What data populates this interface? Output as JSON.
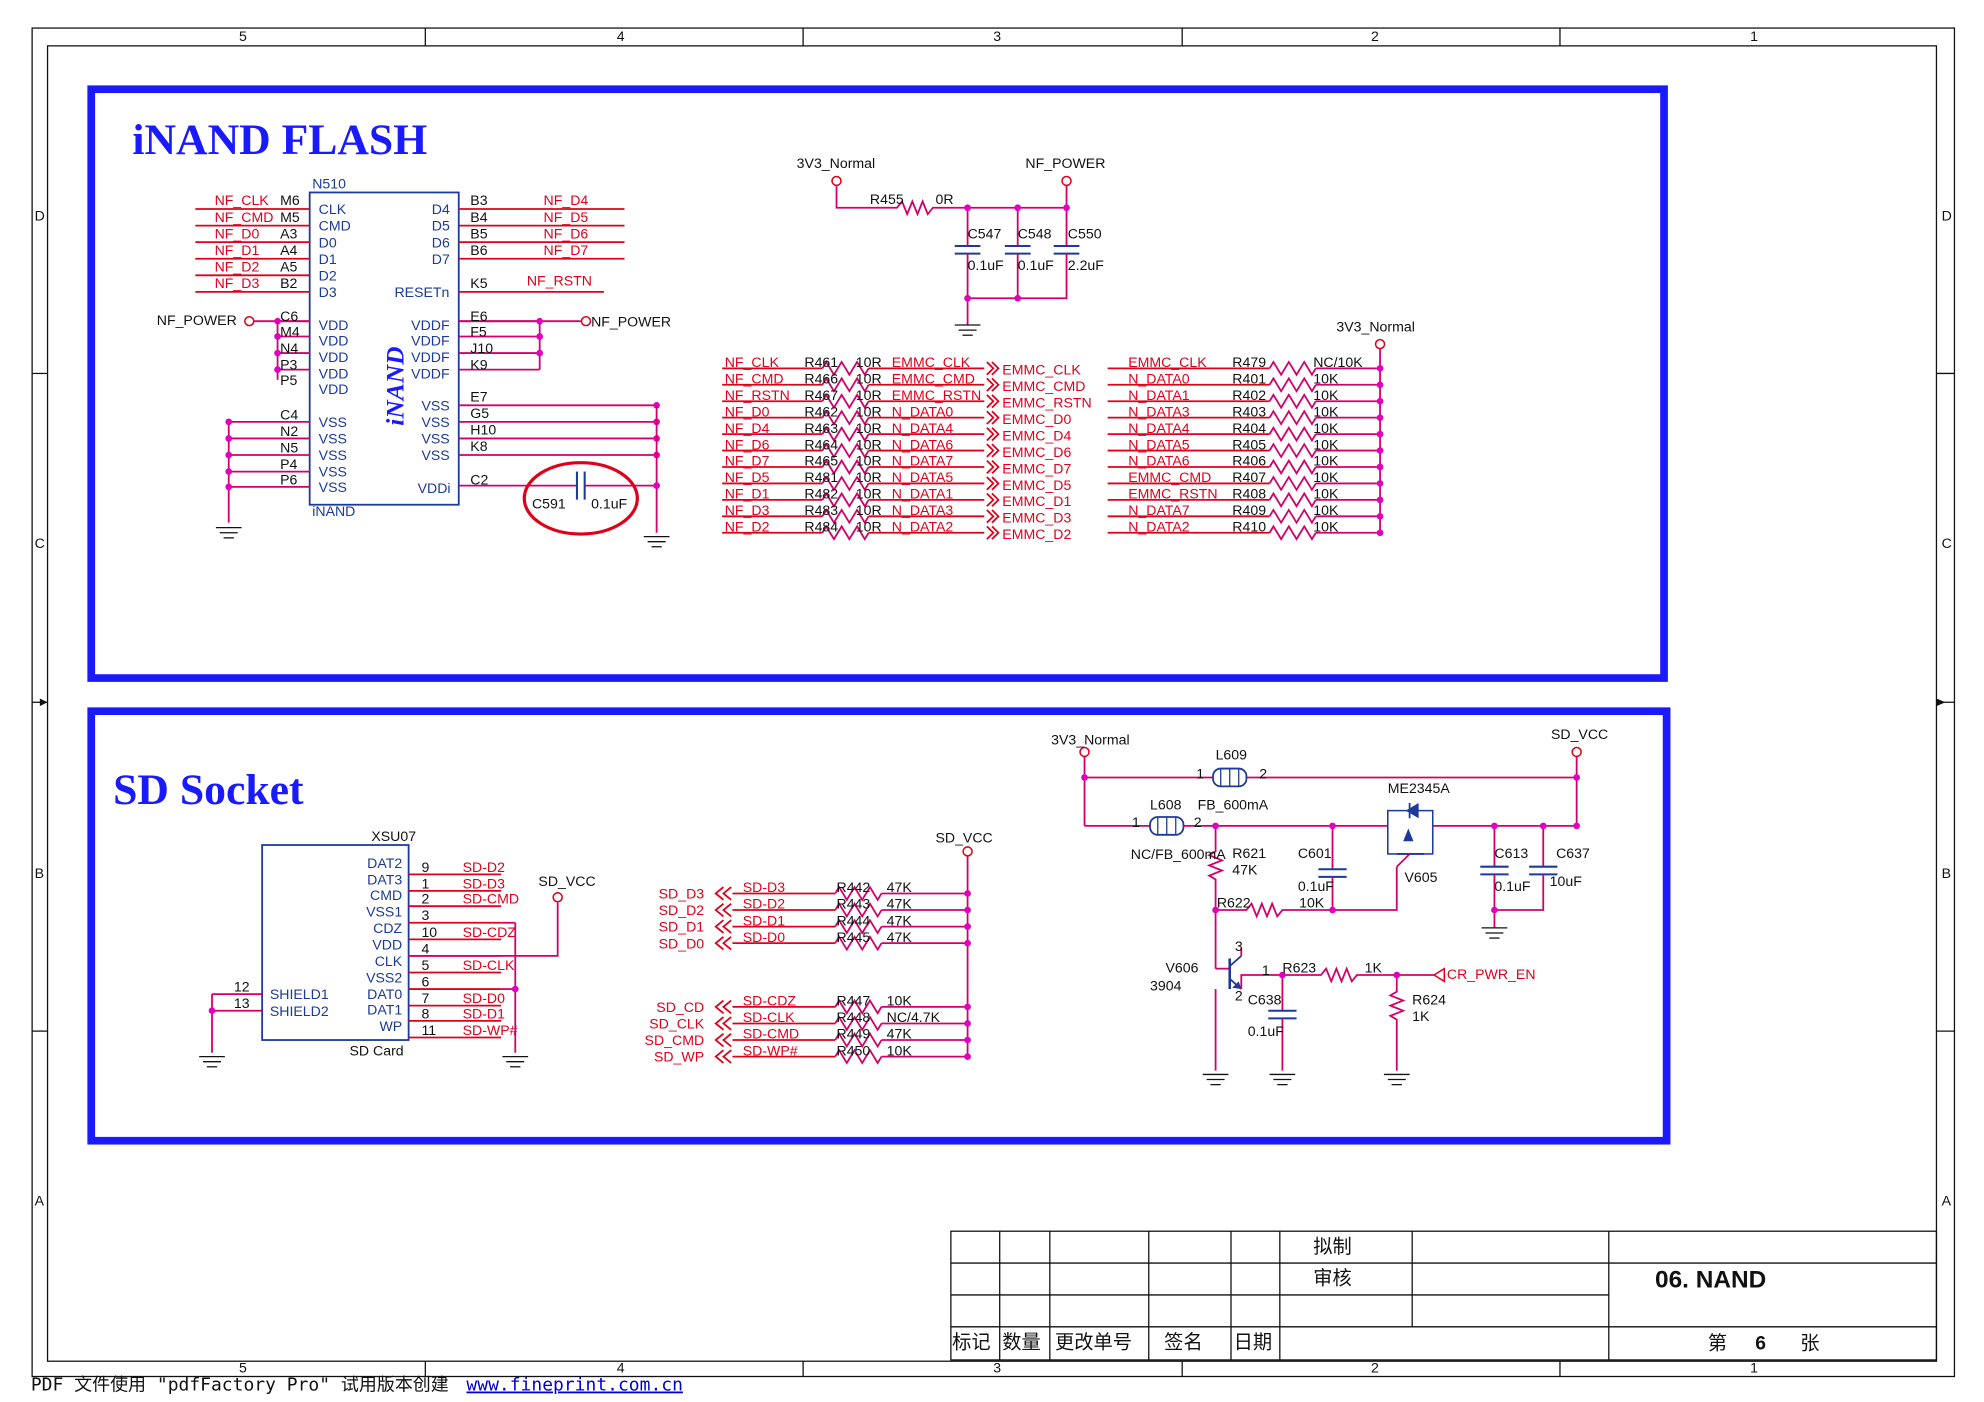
{
  "border": {
    "col_labels": [
      "5",
      "4",
      "3",
      "2",
      "1"
    ],
    "row_labels": [
      "D",
      "C",
      "B",
      "A"
    ]
  },
  "inand": {
    "title": "iNAND FLASH",
    "chip_ref": "N510",
    "chip_name": "iNAND",
    "chip_logo": "iNAND",
    "left_nets": [
      "NF_CLK",
      "NF_CMD",
      "NF_D0",
      "NF_D1",
      "NF_D2",
      "NF_D3"
    ],
    "left_balls": [
      "M6",
      "M5",
      "A3",
      "A4",
      "A5",
      "B2"
    ],
    "left_pins": [
      "CLK",
      "CMD",
      "D0",
      "D1",
      "D2",
      "D3"
    ],
    "right_pins": [
      "D4",
      "D5",
      "D6",
      "D7"
    ],
    "right_balls": [
      "B3",
      "B4",
      "B5",
      "B6"
    ],
    "right_nets": [
      "NF_D4",
      "NF_D5",
      "NF_D6",
      "NF_D7"
    ],
    "reset_pin": "RESETn",
    "reset_ball": "K5",
    "reset_net": "NF_RSTN",
    "nf_power_left": "NF_POWER",
    "nf_power_right": "NF_POWER",
    "vdd_balls": [
      "C6",
      "M4",
      "N4",
      "P3",
      "P5"
    ],
    "vdd_pins": [
      "VDD",
      "VDD",
      "VDD",
      "VDD",
      "VDD"
    ],
    "vddf_balls": [
      "E6",
      "F5",
      "J10",
      "K9"
    ],
    "vddf_pins": [
      "VDDF",
      "VDDF",
      "VDDF",
      "VDDF"
    ],
    "vss_left_balls": [
      "C4",
      "N2",
      "N5",
      "P4",
      "P6"
    ],
    "vss_left_pins": [
      "VSS",
      "VSS",
      "VSS",
      "VSS",
      "VSS"
    ],
    "vss_right_balls": [
      "E7",
      "G5",
      "H10",
      "K8"
    ],
    "vss_right_pins": [
      "VSS",
      "VSS",
      "VSS",
      "VSS"
    ],
    "vddi_pin": "VDDi",
    "vddi_ball": "C2",
    "c591_ref": "C591",
    "c591_val": "0.1uF"
  },
  "power_caps": {
    "src": "3V3_Normal",
    "dst": "NF_POWER",
    "r_ref": "R455",
    "r_val": "0R",
    "caps": [
      {
        "ref": "C547",
        "val": "0.1uF"
      },
      {
        "ref": "C548",
        "val": "0.1uF"
      },
      {
        "ref": "C550",
        "val": "2.2uF"
      }
    ]
  },
  "series_res": {
    "rows": [
      {
        "in": "NF_CLK",
        "ref": "R461",
        "val": "10R",
        "mid": "EMMC_CLK",
        "out": "EMMC_CLK"
      },
      {
        "in": "NF_CMD",
        "ref": "R466",
        "val": "10R",
        "mid": "EMMC_CMD",
        "out": "EMMC_CMD"
      },
      {
        "in": "NF_RSTN",
        "ref": "R467",
        "val": "10R",
        "mid": "EMMC_RSTN",
        "out": "EMMC_RSTN"
      },
      {
        "in": "NF_D0",
        "ref": "R462",
        "val": "10R",
        "mid": "N_DATA0",
        "out": "EMMC_D0"
      },
      {
        "in": "NF_D4",
        "ref": "R463",
        "val": "10R",
        "mid": "N_DATA4",
        "out": "EMMC_D4"
      },
      {
        "in": "NF_D6",
        "ref": "R464",
        "val": "10R",
        "mid": "N_DATA6",
        "out": "EMMC_D6"
      },
      {
        "in": "NF_D7",
        "ref": "R465",
        "val": "10R",
        "mid": "N_DATA7",
        "out": "EMMC_D7"
      },
      {
        "in": "NF_D5",
        "ref": "R481",
        "val": "10R",
        "mid": "N_DATA5",
        "out": "EMMC_D5"
      },
      {
        "in": "NF_D1",
        "ref": "R482",
        "val": "10R",
        "mid": "N_DATA1",
        "out": "EMMC_D1"
      },
      {
        "in": "NF_D3",
        "ref": "R483",
        "val": "10R",
        "mid": "N_DATA3",
        "out": "EMMC_D3"
      },
      {
        "in": "NF_D2",
        "ref": "R484",
        "val": "10R",
        "mid": "N_DATA2",
        "out": "EMMC_D2"
      }
    ]
  },
  "pullups": {
    "src": "3V3_Normal",
    "rows": [
      {
        "net": "EMMC_CLK",
        "ref": "R479",
        "val": "NC/10K"
      },
      {
        "net": "N_DATA0",
        "ref": "R401",
        "val": "10K"
      },
      {
        "net": "N_DATA1",
        "ref": "R402",
        "val": "10K"
      },
      {
        "net": "N_DATA3",
        "ref": "R403",
        "val": "10K"
      },
      {
        "net": "N_DATA4",
        "ref": "R404",
        "val": "10K"
      },
      {
        "net": "N_DATA5",
        "ref": "R405",
        "val": "10K"
      },
      {
        "net": "N_DATA6",
        "ref": "R406",
        "val": "10K"
      },
      {
        "net": "EMMC_CMD",
        "ref": "R407",
        "val": "10K"
      },
      {
        "net": "EMMC_RSTN",
        "ref": "R408",
        "val": "10K"
      },
      {
        "net": "N_DATA7",
        "ref": "R409",
        "val": "10K"
      },
      {
        "net": "N_DATA2",
        "ref": "R410",
        "val": "10K"
      }
    ]
  },
  "sd": {
    "title": "SD Socket",
    "conn_ref": "XSU07",
    "conn_name": "SD Card",
    "pins": [
      "DAT2",
      "DAT3",
      "CMD",
      "VSS1",
      "CDZ",
      "VDD",
      "CLK",
      "VSS2",
      "DAT0",
      "DAT1",
      "WP"
    ],
    "pin_nums": [
      "9",
      "1",
      "2",
      "3",
      "10",
      "4",
      "5",
      "6",
      "7",
      "8",
      "11"
    ],
    "pin_nets": [
      "SD-D2",
      "SD-D3",
      "SD-CMD",
      "",
      "SD-CDZ",
      "",
      "SD-CLK",
      "",
      "SD-D0",
      "SD-D1",
      "SD-WP#"
    ],
    "shield_pins": [
      "SHIELD1",
      "SHIELD2"
    ],
    "shield_nums": [
      "12",
      "13"
    ],
    "vcc_label": "SD_VCC"
  },
  "sd_res": {
    "vcc": "SD_VCC",
    "group1": [
      {
        "port": "SD_D3",
        "net": "SD-D3",
        "ref": "R442",
        "val": "47K"
      },
      {
        "port": "SD_D2",
        "net": "SD-D2",
        "ref": "R443",
        "val": "47K"
      },
      {
        "port": "SD_D1",
        "net": "SD-D1",
        "ref": "R444",
        "val": "47K"
      },
      {
        "port": "SD_D0",
        "net": "SD-D0",
        "ref": "R445",
        "val": "47K"
      }
    ],
    "group2": [
      {
        "port": "SD_CD",
        "net": "SD-CDZ",
        "ref": "R447",
        "val": "10K"
      },
      {
        "port": "SD_CLK",
        "net": "SD-CLK",
        "ref": "R448",
        "val": "NC/4.7K"
      },
      {
        "port": "SD_CMD",
        "net": "SD-CMD",
        "ref": "R449",
        "val": "47K"
      },
      {
        "port": "SD_WP",
        "net": "SD-WP#",
        "ref": "R450",
        "val": "10K"
      }
    ]
  },
  "sd_power": {
    "src": "3V3_Normal",
    "dst": "SD_VCC",
    "l609_ref": "L609",
    "l609_val": "FB_600mA",
    "l608_ref": "L608",
    "l608_val": "NC/FB_600mA",
    "pin1": "1",
    "pin2": "2",
    "pin3": "3",
    "mos_ref": "ME2345A",
    "v605": "V605",
    "r621_ref": "R621",
    "r621_val": "47K",
    "r622_ref": "R622",
    "r622_val": "10K",
    "c601_ref": "C601",
    "c601_val": "0.1uF",
    "c613_ref": "C613",
    "c613_val": "0.1uF",
    "c637_ref": "C637",
    "c637_val": "10uF",
    "v606_ref": "V606",
    "v606_val": "3904",
    "r623_ref": "R623",
    "r623_val": "1K",
    "r624_ref": "R624",
    "r624_val": "1K",
    "c638_ref": "C638",
    "c638_val": "0.1uF",
    "enable_net": "CR_PWR_EN"
  },
  "titleblock": {
    "draw": "拟制",
    "review": "审核",
    "cols": [
      "标记",
      "数量",
      "更改单号",
      "签名",
      "日期"
    ],
    "sheet_title": "06. NAND",
    "page_prefix": "第",
    "page_num": "6",
    "page_suffix": "张"
  },
  "footer": {
    "text": "PDF 文件使用 \"pdfFactory Pro\" 试用版本创建",
    "link": "www.fineprint.com.cn"
  },
  "colors": {
    "frame_blue": "#1a1aff",
    "net_red": "#e0001a",
    "pin_blue": "#1b3a9a",
    "wire_magenta": "#d4006a",
    "highlight_red": "#e0001a"
  }
}
